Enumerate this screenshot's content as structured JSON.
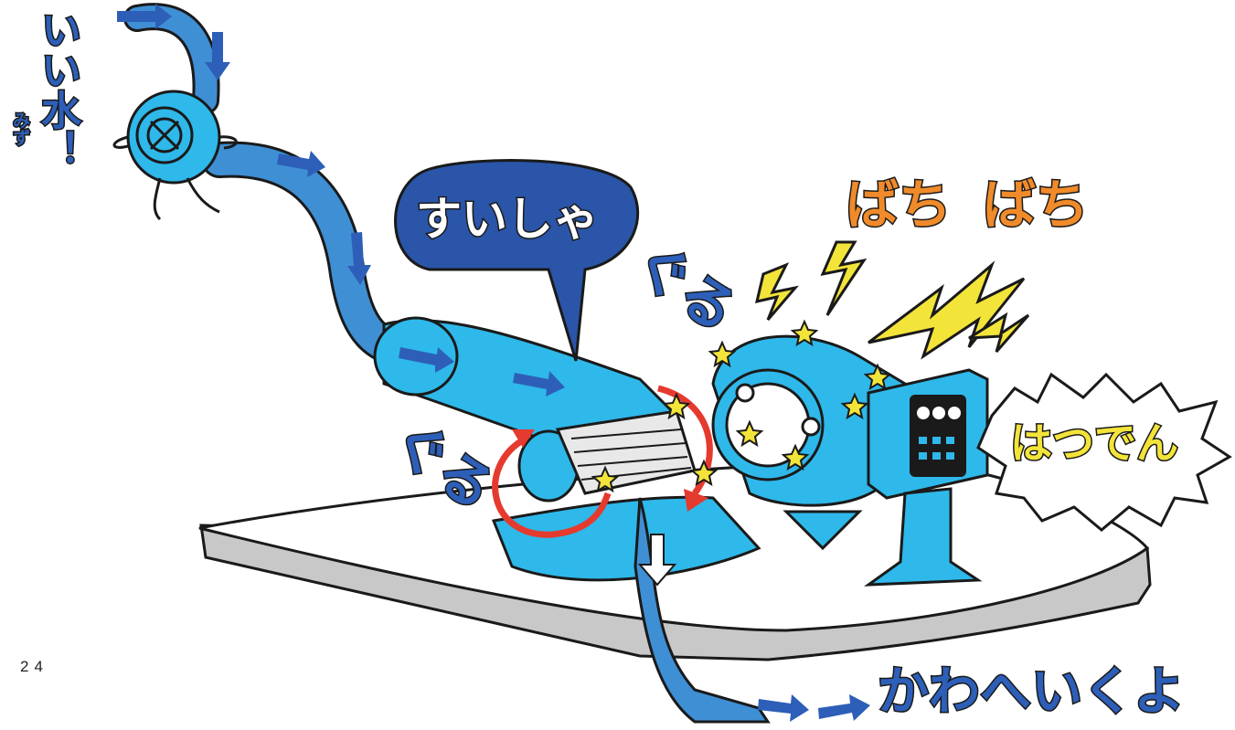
{
  "texts": {
    "good_water": "いい水！",
    "mizu_reading": "みず",
    "suisha": "すいしゃ",
    "guru_top": "ぐる",
    "guru_bottom": "ぐる",
    "bachi_1": "ばち",
    "bachi_2": "ばち",
    "hatsuden": "はつでん",
    "kawa_he_iku_yo": "かわへいくよ",
    "page_number": "24"
  },
  "colors": {
    "water_blue": "#3f8fd4",
    "machine_cyan": "#2fb8ea",
    "text_blue": "#2d5fb8",
    "arrow_red": "#e53a2e",
    "spark_yellow": "#f3e43a",
    "bachi_orange": "#f08a2a",
    "platform_gray": "#c8c8c8",
    "outline": "#1a1a1a"
  },
  "icons": [
    "flow-arrow-icon",
    "rotation-arrow-icon",
    "lightning-icon",
    "star-sparkle-icon",
    "valve-icon",
    "control-panel-icon"
  ]
}
